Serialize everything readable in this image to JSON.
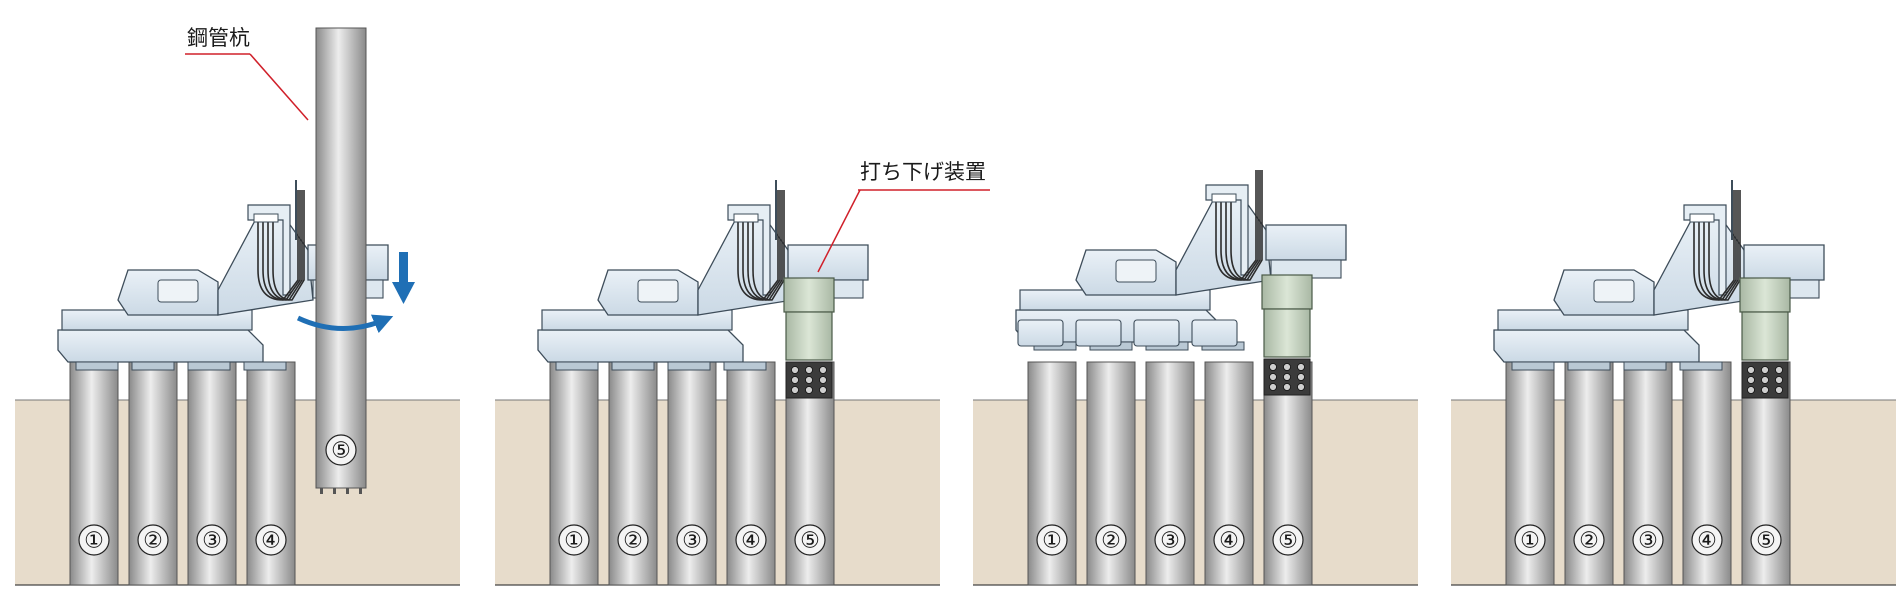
{
  "labels": {
    "steel_pipe_pile": "鋼管杭",
    "driving_device": "打ち下げ装置"
  },
  "pile_numbers": [
    "①",
    "②",
    "③",
    "④",
    "⑤"
  ],
  "panels": [
    {
      "id": "panel-1",
      "piles_in_ground": [
        "①",
        "②",
        "③",
        "④"
      ],
      "new_pile": "⑤"
    },
    {
      "id": "panel-2",
      "piles_in_ground": [
        "①",
        "②",
        "③",
        "④",
        "⑤"
      ]
    },
    {
      "id": "panel-3",
      "piles_in_ground": [
        "①",
        "②",
        "③",
        "④",
        "⑤"
      ]
    },
    {
      "id": "panel-4",
      "piles_in_ground": [
        "①",
        "②",
        "③",
        "④",
        "⑤"
      ]
    }
  ],
  "colors": {
    "ground": "#e7dccb",
    "pile_light": "#e6e6e6",
    "pile_dark": "#8e8e8e",
    "machine_body": "#dce7f0",
    "machine_stroke": "#3e4d5a",
    "driver_device": "#c7d4c2",
    "arrow_blue": "#1f6fb5",
    "leader_red": "#d0202a"
  }
}
